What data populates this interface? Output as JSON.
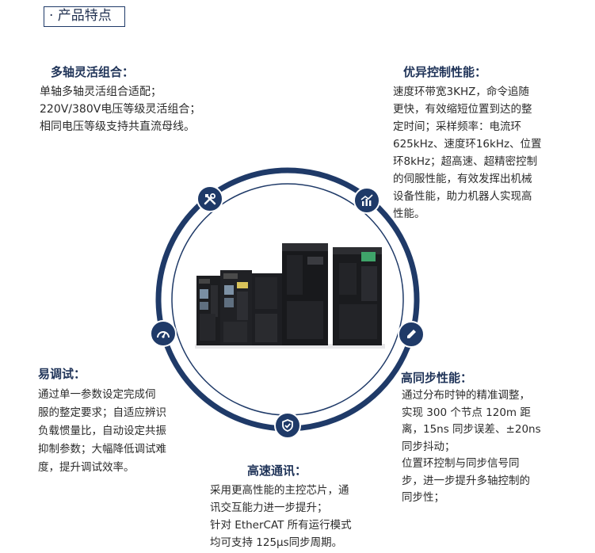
{
  "section": {
    "title": "· 产品特点"
  },
  "features": {
    "multi_axis": {
      "title": "多轴灵活组合：",
      "lines": [
        "单轴多轴灵活组合适配；",
        "220V/380V电压等级灵活组合；",
        "相同电压等级支持共直流母线。"
      ]
    },
    "performance": {
      "title": "优异控制性能：",
      "lines": [
        "速度环带宽3KHZ，命令追随",
        "更快，有效缩短位置到达的整",
        "定时间；采样频率：电流环",
        "625kHz、速度环16kHz、位置",
        "环8kHz；超高速、超精密控制",
        "的伺服性能，有效发挥出机械",
        "设备性能，助力机器人实现高",
        "性能。"
      ]
    },
    "easy_debug": {
      "title": "易调试：",
      "lines": [
        "通过单一参数设定完成伺",
        "服的整定要求；自适应辨识",
        "负载惯量比，自动设定共振",
        "抑制参数；大幅降低调试难",
        "度，提升调试效率。"
      ]
    },
    "sync": {
      "title": "高同步性能：",
      "lines": [
        "通过分布时钟的精准调整，",
        "实现 300 个节点 120m 距",
        "离，15ns 同步误差、±20ns",
        "同步抖动；",
        "位置环控制与同步信号同",
        "步，进一步提升多轴控制的",
        "同步性；"
      ]
    },
    "comm": {
      "title": "高速通讯：",
      "lines": [
        "采用更高性能的主控芯片，通",
        "讯交互能力进一步提升；",
        "针对 EtherCAT 所有运行模式",
        "均可支持 125μs同步周期。"
      ]
    }
  },
  "colors": {
    "accent": "#1f3a68",
    "text": "#2b2b2b",
    "device": "#1c1d20"
  },
  "icons": {
    "multi_axis": "tools-icon",
    "performance": "chart-icon",
    "easy_debug": "gauge-icon",
    "sync": "pen-icon",
    "comm": "shield-icon"
  }
}
